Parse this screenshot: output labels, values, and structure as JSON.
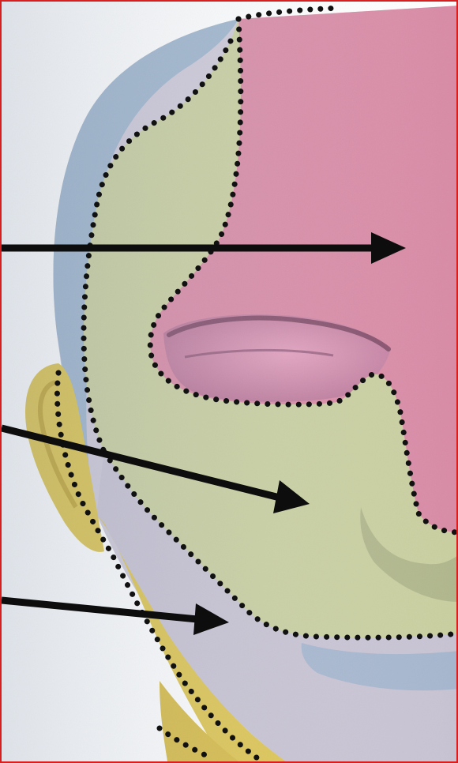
{
  "figure": {
    "kind": "face-dermatome-illustration",
    "frame_color": "#d81f1f",
    "regions": [
      {
        "name": "ophthalmic-region",
        "color": "#d98aa5"
      },
      {
        "name": "maxillary-region",
        "color": "#c9cf9f"
      },
      {
        "name": "mandibular-region",
        "color": "#c8c3d3"
      },
      {
        "name": "scalp-cervical-region",
        "color": "#9fb5cd"
      },
      {
        "name": "neck-ear-region",
        "color": "#dec54f"
      }
    ],
    "arrows": [
      {
        "name": "arrow-to-forehead"
      },
      {
        "name": "arrow-to-cheek"
      },
      {
        "name": "arrow-to-jaw"
      }
    ],
    "boundary_style": "dotted",
    "boundary_color": "#111111",
    "arrow_color": "#0d0d0d"
  }
}
